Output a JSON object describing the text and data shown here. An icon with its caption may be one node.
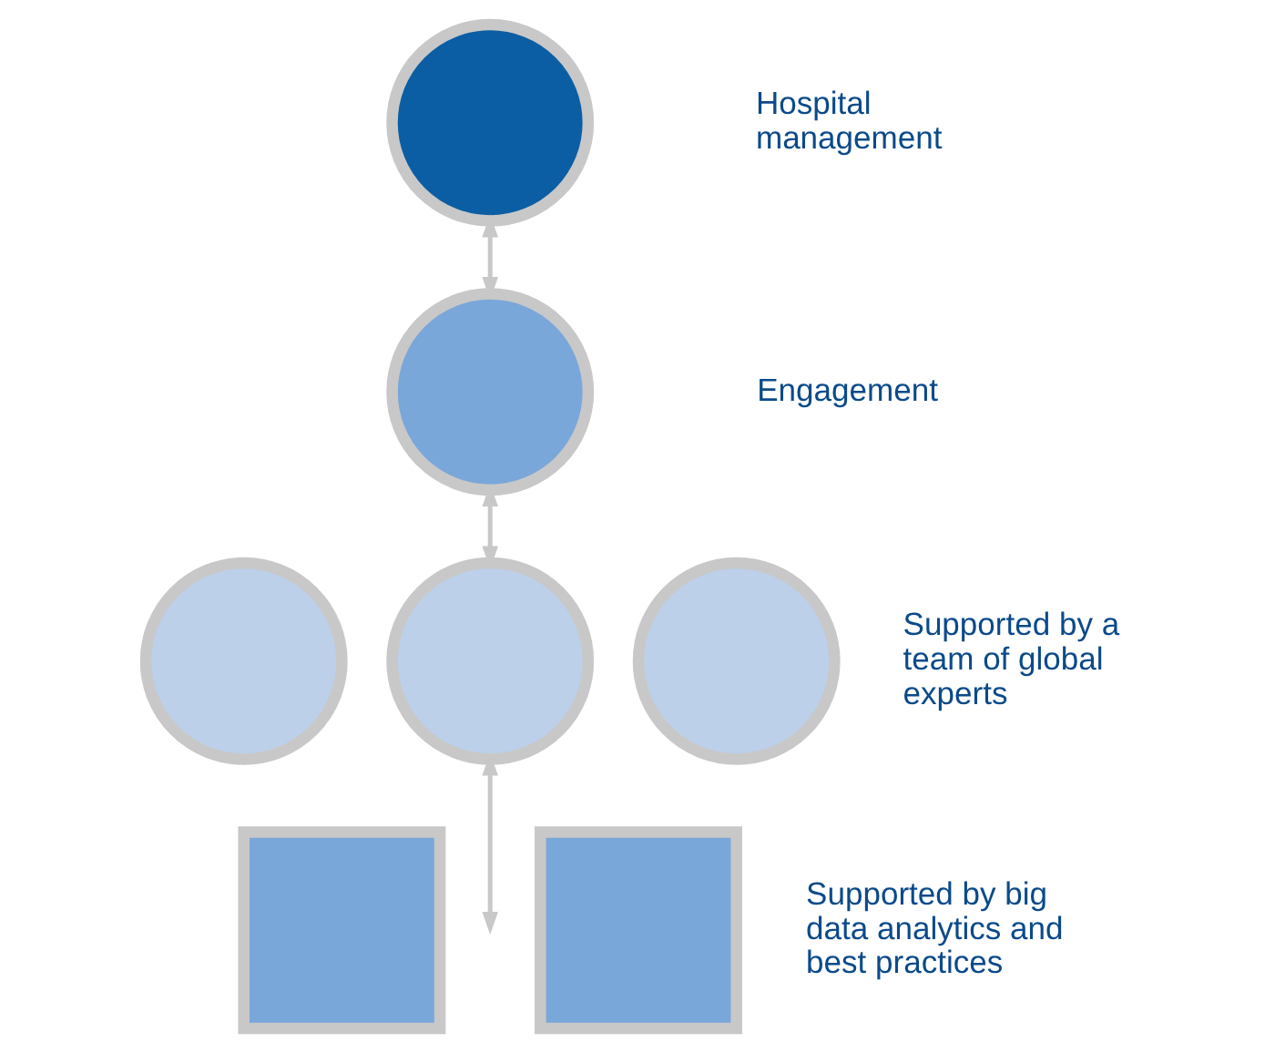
{
  "diagram": {
    "nodes": [
      {
        "text": [],
        "shape": "circle"
      },
      {
        "text": [],
        "shape": "circle"
      },
      {
        "text": [],
        "shape": "circle"
      },
      {
        "text": [],
        "shape": "circle"
      },
      {
        "text": [],
        "shape": "circle"
      },
      {
        "text": [],
        "shape": "box"
      },
      {
        "text": [],
        "shape": "box"
      }
    ],
    "edges": [
      {
        "from": 0,
        "to": 1,
        "arrow": "both"
      },
      {
        "from": 1,
        "to": 3,
        "arrow": "both"
      },
      {
        "from": 3,
        "to": null,
        "arrow": "both"
      }
    ],
    "labels": [
      "Hospital management",
      "Engagement",
      "Supported by a team of global experts",
      "Supported by big data analytics and best practices"
    ]
  }
}
